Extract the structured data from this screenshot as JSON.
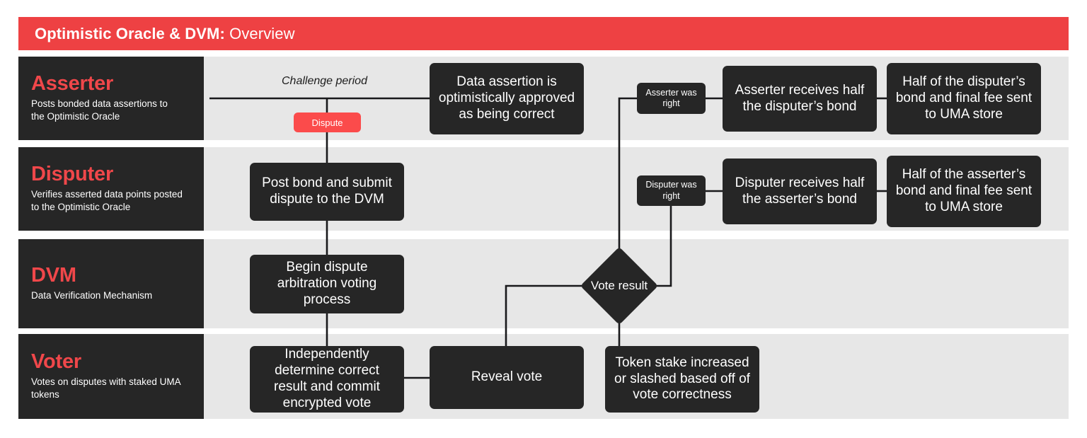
{
  "header": {
    "title_bold": "Optimistic Oracle & DVM:",
    "title_light": " Overview",
    "accent_color": "#ee4143"
  },
  "theme": {
    "lane_bg": "#262626",
    "row_bg": "#e7e7e7",
    "node_bg": "#262626",
    "accent_red": "#f0474a",
    "badge_red": "#fb4b4b",
    "line_color": "#19191b",
    "text_on_dark": "#ffffff"
  },
  "lanes": [
    {
      "id": "asserter",
      "title": "Asserter",
      "desc": "Posts bonded data assertions to the Optimistic Oracle"
    },
    {
      "id": "disputer",
      "title": "Disputer",
      "desc": "Verifies asserted data points posted to the Optimistic Oracle"
    },
    {
      "id": "dvm",
      "title": "DVM",
      "desc": "Data Verification Mechanism"
    },
    {
      "id": "voter",
      "title": "Voter",
      "desc": "Votes on disputes with staked UMA tokens"
    }
  ],
  "flow": {
    "challenge_period_label": "Challenge period",
    "dispute_badge": "Dispute",
    "nodes": {
      "optimistically_approved": "Data assertion is optimistically approved as being correct",
      "asserter_was_right": "Asserter was right",
      "asserter_receives_half": "Asserter receives half the disputer’s bond",
      "half_disputer_bond_fee": "Half of the disputer’s bond and final fee sent to UMA store",
      "post_bond_submit": "Post bond and submit dispute to the DVM",
      "disputer_was_right": "Disputer was right",
      "disputer_receives_half": "Disputer receives half the asserter’s bond",
      "half_asserter_bond_fee": "Half of the asserter’s bond and final fee sent to UMA store",
      "begin_arbitration": "Begin dispute arbitration voting process",
      "vote_result": "Vote result",
      "commit_vote": "Independently determine correct result and commit encrypted vote",
      "reveal_vote": "Reveal vote",
      "token_stake": "Token stake increased or slashed based off of vote correctness"
    }
  }
}
